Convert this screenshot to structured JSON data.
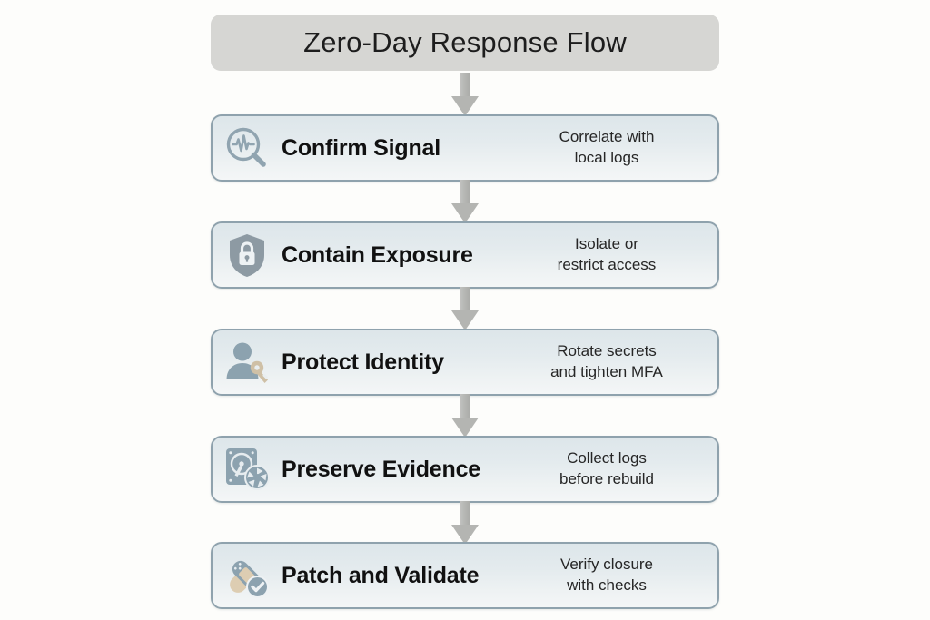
{
  "title": {
    "text": "Zero-Day Response Flow"
  },
  "colors": {
    "background": "#fdfdfb",
    "title_bar": "#d6d6d3",
    "box_border": "#8fa2ad",
    "box_fill_top": "#dde6ea",
    "box_fill_bottom": "#f4f6f7",
    "arrow": "#b4b5b2",
    "icon_blue_gray": "#8ca2af",
    "icon_tan": "#cfc0a6",
    "text_primary": "#111111"
  },
  "steps": [
    {
      "icon": "magnifier-pulse-icon",
      "title": "Confirm Signal",
      "desc_line1": "Correlate with",
      "desc_line2": "local logs"
    },
    {
      "icon": "shield-lock-icon",
      "title": "Contain Exposure",
      "desc_line1": "Isolate or",
      "desc_line2": "restrict access"
    },
    {
      "icon": "person-key-icon",
      "title": "Protect Identity",
      "desc_line1": "Rotate secrets",
      "desc_line2": "and tighten MFA"
    },
    {
      "icon": "harddisk-aperture-icon",
      "title": "Preserve Evidence",
      "desc_line1": "Collect logs",
      "desc_line2": "before rebuild"
    },
    {
      "icon": "bandage-check-icon",
      "title": "Patch and Validate",
      "desc_line1": "Verify closure",
      "desc_line2": "with checks"
    }
  ],
  "connectors": [
    {
      "name": "arrow-title-to-step1"
    },
    {
      "name": "arrow-step1-to-step2"
    },
    {
      "name": "arrow-step2-to-step3"
    },
    {
      "name": "arrow-step3-to-step4"
    },
    {
      "name": "arrow-step4-to-step5"
    }
  ]
}
